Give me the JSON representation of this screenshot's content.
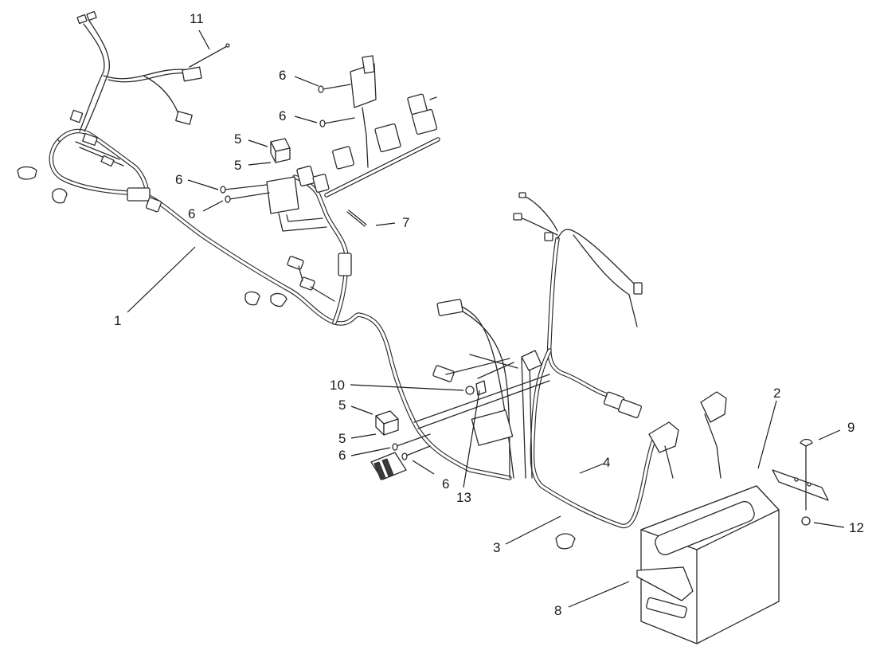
{
  "callouts": [
    {
      "id": "c11",
      "text": "11"
    },
    {
      "id": "c6a",
      "text": "6"
    },
    {
      "id": "c6b",
      "text": "6"
    },
    {
      "id": "c5a",
      "text": "5"
    },
    {
      "id": "c5b",
      "text": "5"
    },
    {
      "id": "c6c",
      "text": "6"
    },
    {
      "id": "c6d",
      "text": "6"
    },
    {
      "id": "c7",
      "text": "7"
    },
    {
      "id": "c1",
      "text": "1"
    },
    {
      "id": "c10",
      "text": "10"
    },
    {
      "id": "c5c",
      "text": "5"
    },
    {
      "id": "c5d",
      "text": "5"
    },
    {
      "id": "c6e",
      "text": "6"
    },
    {
      "id": "c6f",
      "text": "6"
    },
    {
      "id": "c13",
      "text": "13"
    },
    {
      "id": "c4",
      "text": "4"
    },
    {
      "id": "c3",
      "text": "3"
    },
    {
      "id": "c2",
      "text": "2"
    },
    {
      "id": "c9",
      "text": "9"
    },
    {
      "id": "c12",
      "text": "12"
    },
    {
      "id": "c8",
      "text": "8"
    }
  ],
  "colors": {
    "ink": "#2a2a2a",
    "background": "#ffffff"
  }
}
